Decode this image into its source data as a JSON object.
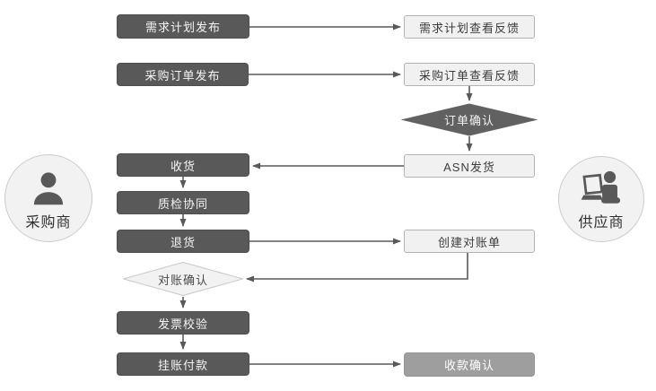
{
  "diagram": {
    "type": "flowchart",
    "background": "#ffffff"
  },
  "colors": {
    "dark_node_fill": "#595959",
    "light_node_fill": "#f1f1f1",
    "light_node_border": "#b3b3b3",
    "medium_node_fill": "#9e9e9e",
    "dark_diamond_fill": "#616161",
    "light_diamond_fill": "#f2f2f2",
    "light_diamond_border": "#c9c9c9",
    "arrow_color": "#595959",
    "actor_circle_fill": "#f2f2f2",
    "actor_circle_border": "#cccccc",
    "icon_color": "#595959"
  },
  "actors": {
    "buyer": {
      "label": "采购商",
      "icon": "person-icon"
    },
    "supplier": {
      "label": "供应商",
      "icon": "person-laptop-icon"
    }
  },
  "nodes": {
    "demand_plan_publish": {
      "label": "需求计划发布",
      "style": "dark",
      "lane": "buyer"
    },
    "demand_plan_feedback": {
      "label": "需求计划查看反馈",
      "style": "light",
      "lane": "supplier"
    },
    "po_publish": {
      "label": "采购订单发布",
      "style": "dark",
      "lane": "buyer"
    },
    "po_feedback": {
      "label": "采购订单查看反馈",
      "style": "light",
      "lane": "supplier"
    },
    "order_confirm": {
      "label": "订单确认",
      "style": "decision-dark",
      "lane": "supplier"
    },
    "asn_ship": {
      "label": "ASN发货",
      "style": "light",
      "lane": "supplier"
    },
    "receive_goods": {
      "label": "收货",
      "style": "dark",
      "lane": "buyer"
    },
    "quality_collab": {
      "label": "质检协同",
      "style": "dark",
      "lane": "buyer"
    },
    "return_goods": {
      "label": "退货",
      "style": "dark",
      "lane": "buyer"
    },
    "create_statement": {
      "label": "创建对账单",
      "style": "light",
      "lane": "supplier"
    },
    "statement_confirm": {
      "label": "对账确认",
      "style": "decision-light",
      "lane": "buyer"
    },
    "invoice_verify": {
      "label": "发票校验",
      "style": "dark",
      "lane": "buyer"
    },
    "book_payment": {
      "label": "挂账付款",
      "style": "dark",
      "lane": "buyer"
    },
    "payment_confirm": {
      "label": "收款确认",
      "style": "medium",
      "lane": "supplier"
    }
  },
  "connections": [
    {
      "from": "demand_plan_publish",
      "to": "demand_plan_feedback"
    },
    {
      "from": "po_publish",
      "to": "po_feedback"
    },
    {
      "from": "po_feedback",
      "to": "order_confirm"
    },
    {
      "from": "order_confirm",
      "to": "asn_ship"
    },
    {
      "from": "asn_ship",
      "to": "receive_goods"
    },
    {
      "from": "receive_goods",
      "to": "quality_collab"
    },
    {
      "from": "quality_collab",
      "to": "return_goods"
    },
    {
      "from": "return_goods",
      "to": "create_statement"
    },
    {
      "from": "create_statement",
      "to": "statement_confirm"
    },
    {
      "from": "statement_confirm",
      "to": "invoice_verify"
    },
    {
      "from": "invoice_verify",
      "to": "book_payment"
    },
    {
      "from": "book_payment",
      "to": "payment_confirm"
    }
  ]
}
